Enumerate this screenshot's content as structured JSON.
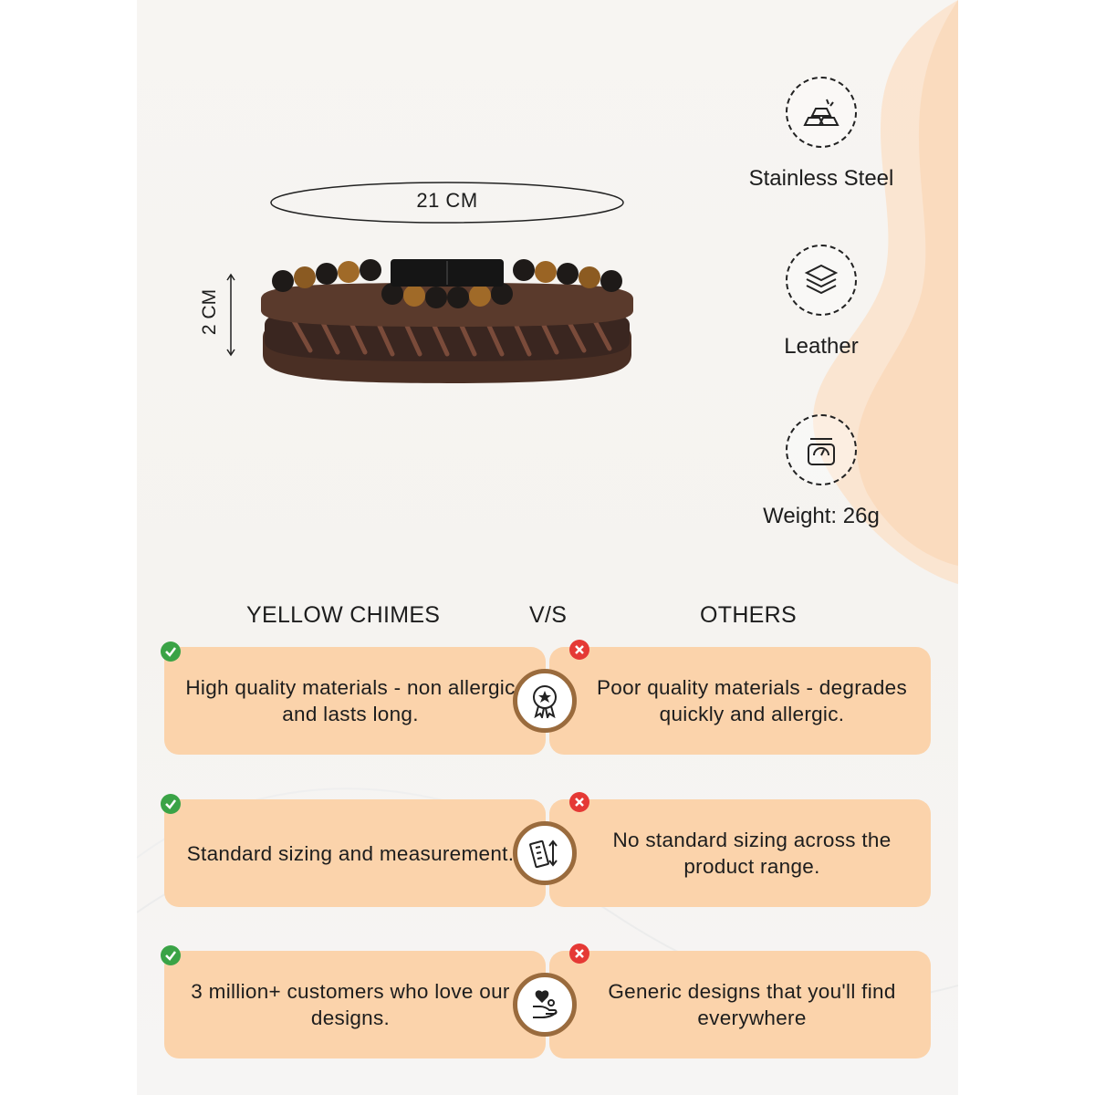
{
  "dimensions": {
    "length": "21 CM",
    "width": "2 CM"
  },
  "features": [
    {
      "icon": "steel-bars-icon",
      "label": "Stainless Steel"
    },
    {
      "icon": "leather-layers-icon",
      "label": "Leather"
    },
    {
      "icon": "weighing-scale-icon",
      "label": "Weight: 26g"
    }
  ],
  "comparison": {
    "left_heading": "YELLOW CHIMES",
    "vs": "V/S",
    "right_heading": "OTHERS",
    "rows": [
      {
        "icon": "quality-badge-icon",
        "left": "High quality materials - non allergic and lasts long.",
        "right": "Poor quality materials - degrades quickly and allergic."
      },
      {
        "icon": "ruler-measure-icon",
        "left": "Standard sizing and measurement.",
        "right": "No standard sizing across the product range."
      },
      {
        "icon": "hand-heart-icon",
        "left": "3 million+ customers who love our designs.",
        "right": "Generic designs that you'll find everywhere"
      }
    ]
  },
  "colors": {
    "card": "#fbd3ab",
    "accent_ring": "#9a6b3d",
    "check": "#3aa346",
    "cross": "#e53935"
  }
}
